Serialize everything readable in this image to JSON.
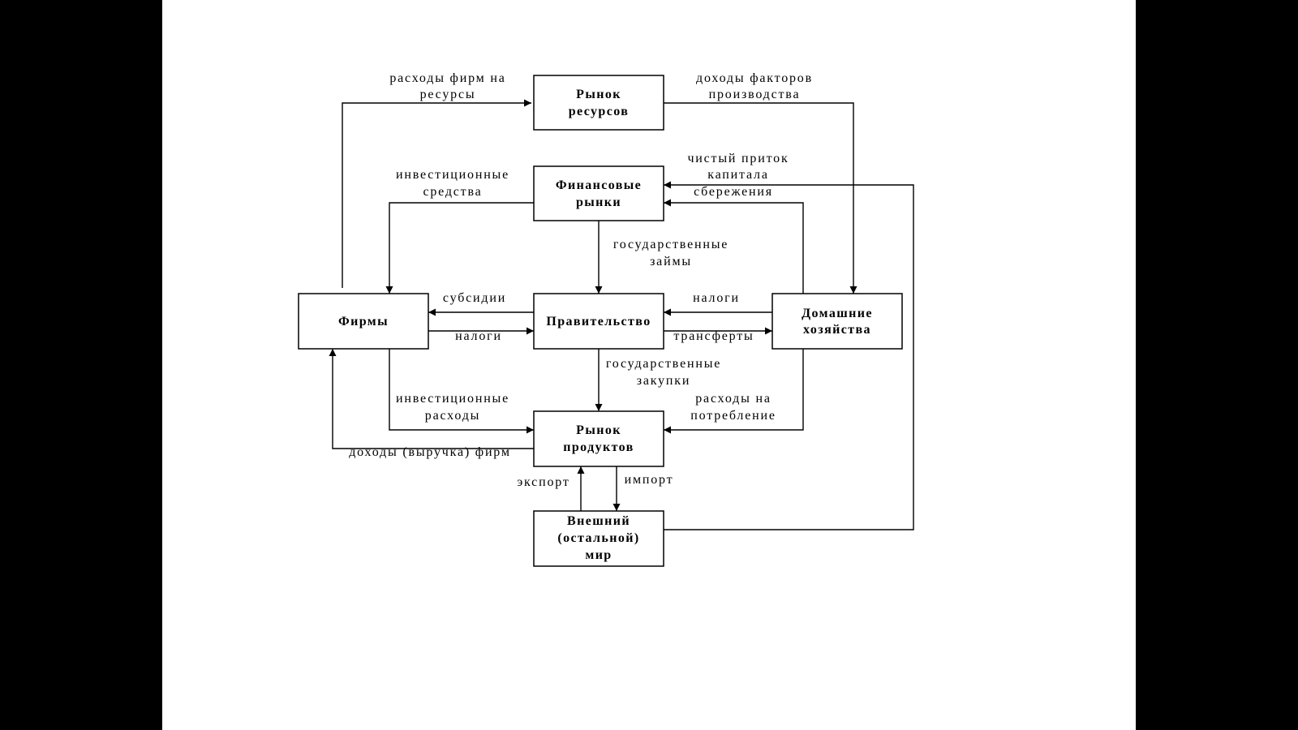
{
  "nodes": {
    "resource_market": [
      "Рынок",
      "ресурсов"
    ],
    "financial_markets": [
      "Финансовые",
      "рынки"
    ],
    "firms": [
      "Фирмы"
    ],
    "government": [
      "Правительство"
    ],
    "households": [
      "Домашние",
      "хозяйства"
    ],
    "product_market": [
      "Рынок",
      "продуктов"
    ],
    "rest_of_world": [
      "Внешний",
      "(остальной)",
      "мир"
    ]
  },
  "flows": {
    "firm_resource_spending": [
      "расходы фирм на",
      "ресурсы"
    ],
    "factor_income": [
      "доходы факторов",
      "производства"
    ],
    "investment_funds": [
      "инвестиционные",
      "средства"
    ],
    "net_capital_inflow": [
      "чистый приток",
      "капитала"
    ],
    "savings": [
      "сбережения"
    ],
    "government_borrowing": [
      "государственные",
      "займы"
    ],
    "subsidies": [
      "субсидии"
    ],
    "firm_taxes": [
      "налоги"
    ],
    "household_taxes": [
      "налоги"
    ],
    "transfers": [
      "трансферты"
    ],
    "government_purchases": [
      "государственные",
      "закупки"
    ],
    "investment_spending": [
      "инвестиционные",
      "расходы"
    ],
    "consumption_spending": [
      "расходы на",
      "потребление"
    ],
    "firm_revenue": [
      "доходы (выручка) фирм"
    ],
    "exports": [
      "экспорт"
    ],
    "imports": [
      "импорт"
    ]
  }
}
